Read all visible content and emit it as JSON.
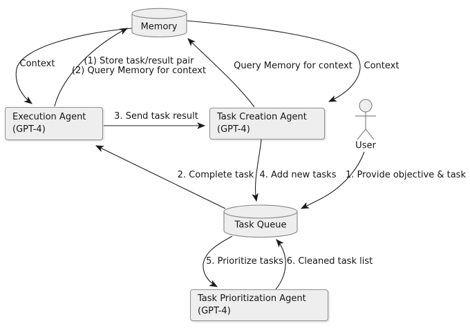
{
  "diagram_type": "agent-flow-diagram",
  "colors": {
    "background": "#ffffff",
    "node_fill": "#eeeeee",
    "node_border": "#8f8f8f",
    "edge": "#1c1c1c",
    "text": "#151515"
  },
  "nodes": {
    "memory": {
      "label": "Memory",
      "shape": "cylinder"
    },
    "execution_agent": {
      "label": "Execution Agent",
      "sublabel": "(GPT-4)",
      "shape": "rect"
    },
    "task_creation_agent": {
      "label": "Task Creation Agent",
      "sublabel": "(GPT-4)",
      "shape": "rect"
    },
    "user": {
      "label": "User",
      "shape": "actor"
    },
    "task_queue": {
      "label": "Task Queue",
      "shape": "cylinder"
    },
    "task_prioritization_agent": {
      "label": "Task Prioritization Agent",
      "sublabel": "(GPT-4)",
      "shape": "rect"
    }
  },
  "edges": [
    {
      "from": "memory",
      "to": "execution_agent",
      "label": "Context"
    },
    {
      "from": "execution_agent",
      "to": "memory",
      "label_line1": "(1) Store task/result pair",
      "label_line2": "(2) Query Memory for context"
    },
    {
      "from": "task_creation_agent",
      "to": "memory",
      "label": "Query Memory for context"
    },
    {
      "from": "memory",
      "to": "task_creation_agent",
      "label": "Context"
    },
    {
      "from": "execution_agent",
      "to": "task_creation_agent",
      "label": "3. Send task result"
    },
    {
      "from": "task_queue",
      "to": "execution_agent",
      "label": "2. Complete task"
    },
    {
      "from": "task_creation_agent",
      "to": "task_queue",
      "label": "4. Add new tasks"
    },
    {
      "from": "user",
      "to": "task_queue",
      "label": "1. Provide objective & task"
    },
    {
      "from": "task_queue",
      "to": "task_prioritization_agent",
      "label": "5. Prioritize tasks"
    },
    {
      "from": "task_prioritization_agent",
      "to": "task_queue",
      "label": "6. Cleaned task list"
    }
  ]
}
